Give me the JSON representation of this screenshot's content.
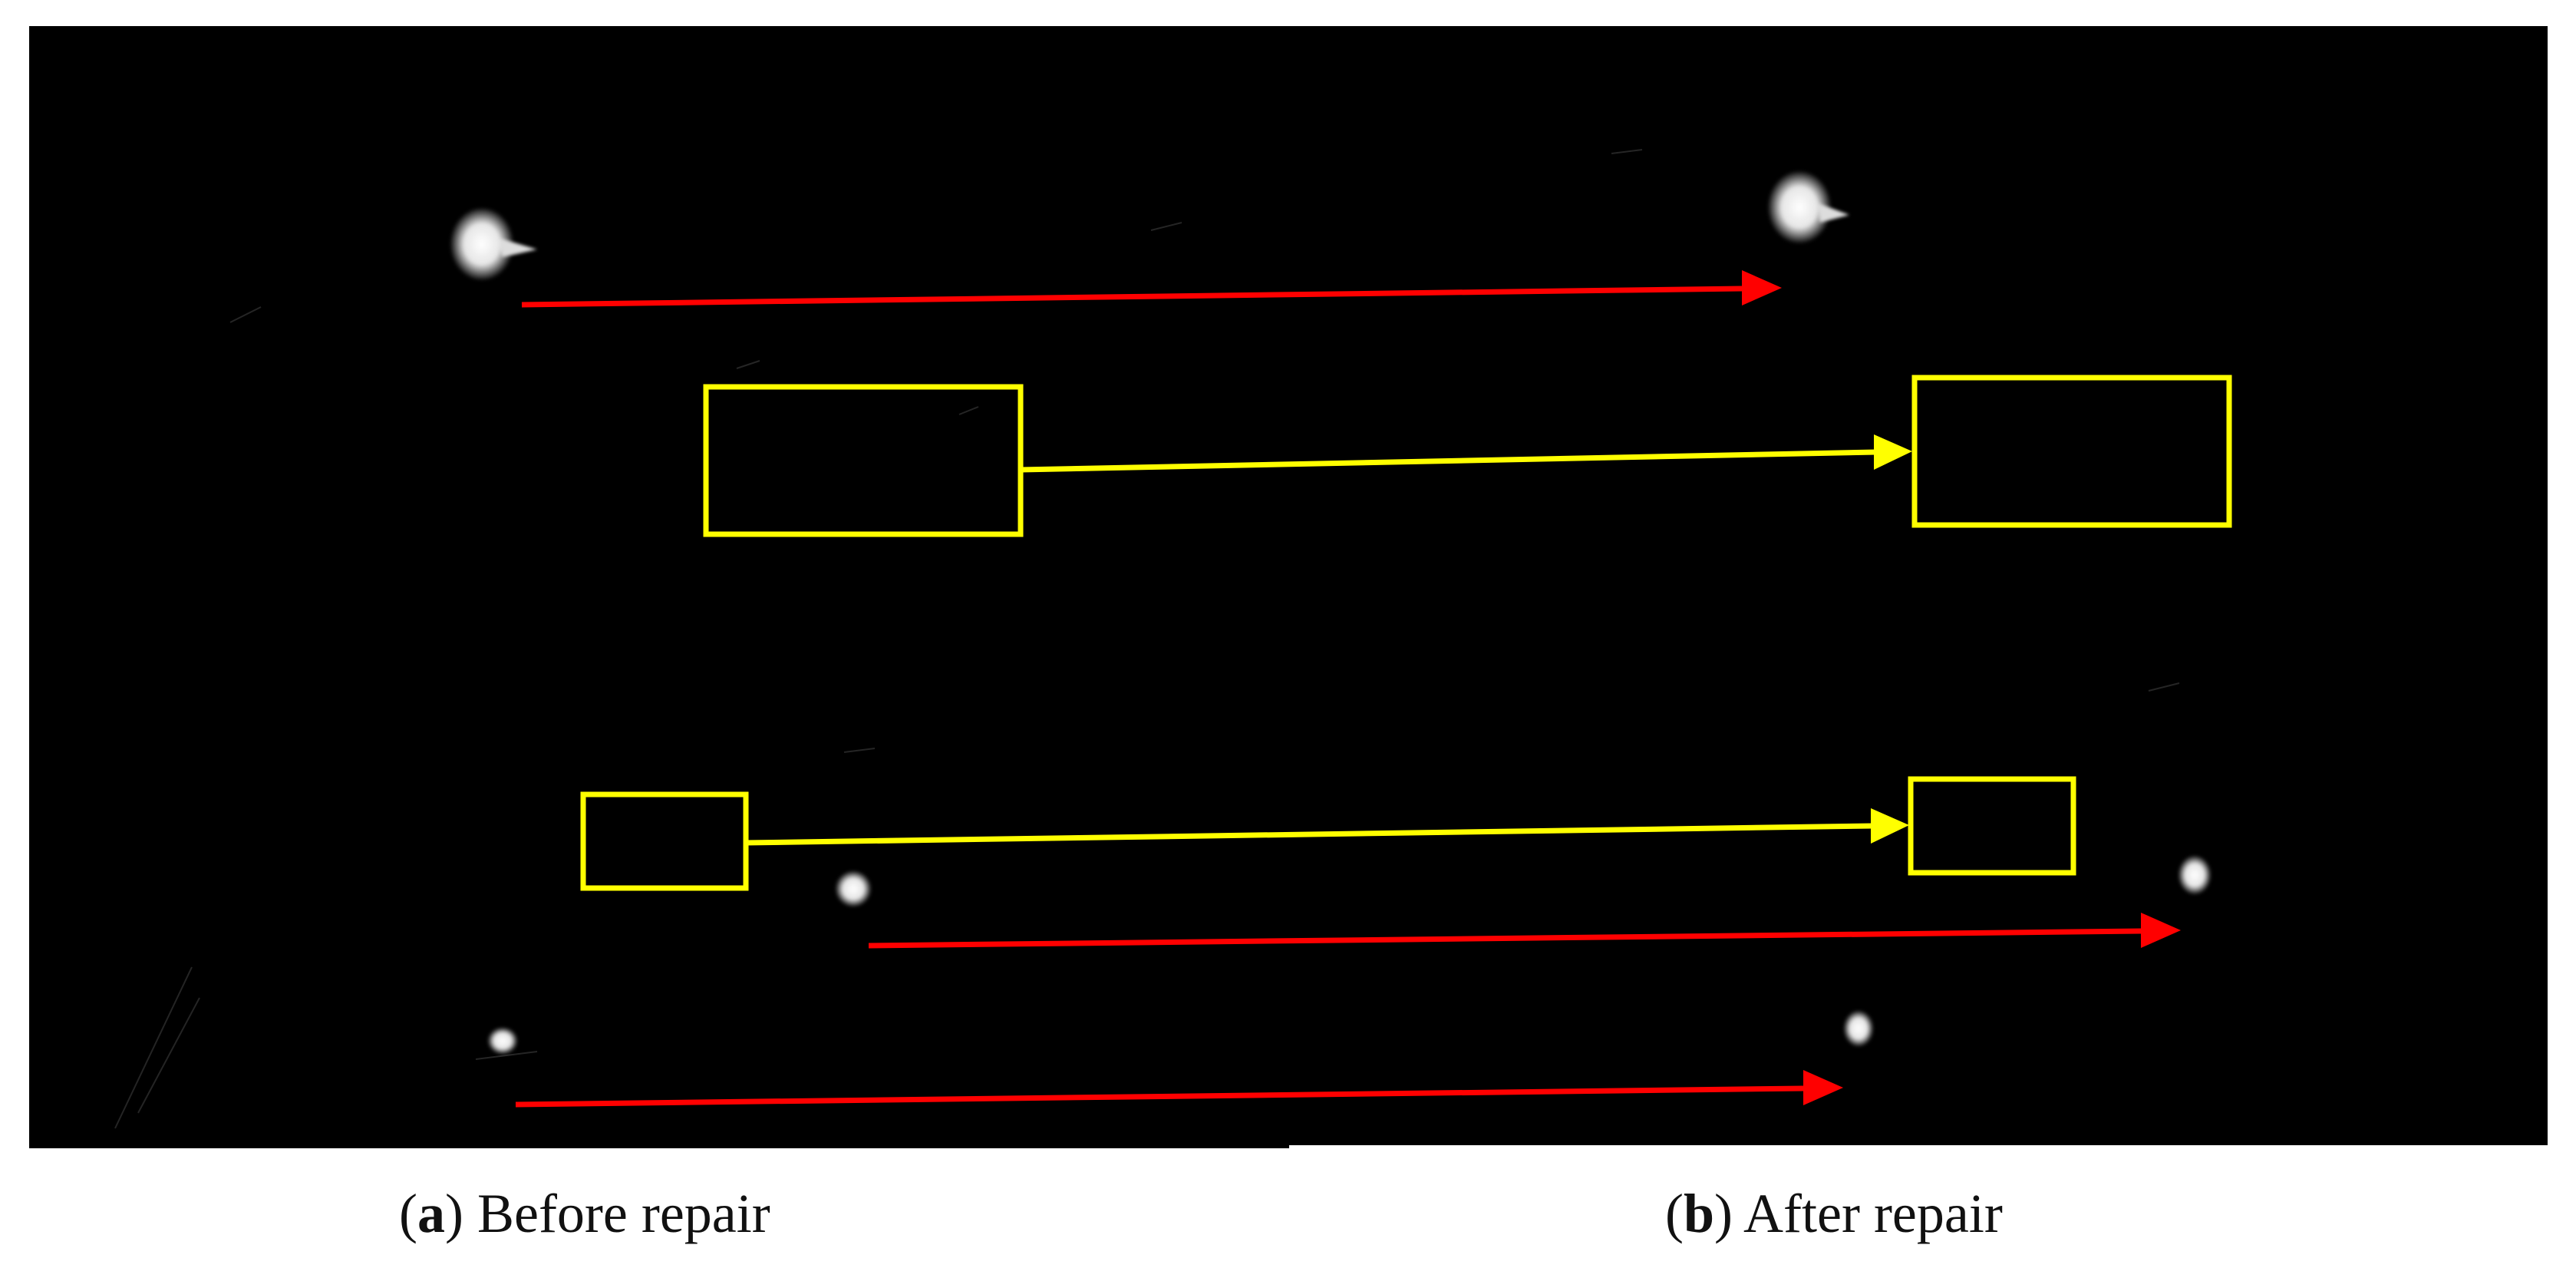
{
  "panels": {
    "a": {
      "letter": "a",
      "label": "Before repair"
    },
    "b": {
      "letter": "b",
      "label": "After repair"
    }
  },
  "colors": {
    "background": "#000000",
    "damage_arrow": "#ff0000",
    "repaired_box": "#ffff00",
    "spot": "#ffffff"
  }
}
